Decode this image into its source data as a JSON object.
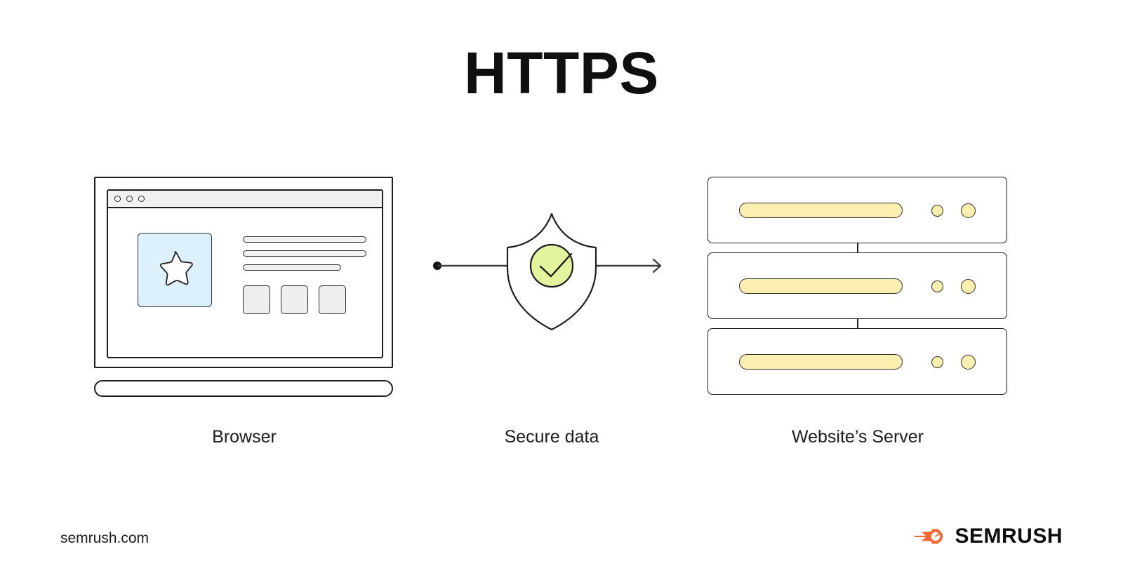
{
  "page": {
    "title": "HTTPS",
    "background_color": "#ffffff",
    "text_color": "#171717"
  },
  "diagram": {
    "type": "flow",
    "nodes": [
      {
        "id": "browser",
        "caption": "Browser",
        "icon": "laptop-browser-window",
        "accent_color": "#ddf1fc"
      },
      {
        "id": "secure-data",
        "caption": "Secure data",
        "icon": "shield-with-check",
        "accent_color": "#e3f49f"
      },
      {
        "id": "website-server",
        "caption": "Website’s Server",
        "icon": "server-rack",
        "accent_color": "#faeeb0"
      }
    ],
    "connector": {
      "name": "arrow-browser-to-server",
      "start_marker": "dot",
      "end_marker": "arrowhead",
      "direction": "left-to-right",
      "stroke_color": "#3a3a3a"
    }
  },
  "browser_mock": {
    "window_controls": [
      "dot",
      "dot",
      "dot"
    ],
    "hero": {
      "shape": "star",
      "panel_color": "#ddf1fc"
    },
    "text_lines": 3,
    "cards": 3
  },
  "server_mock": {
    "units": 3,
    "bar_color": "#faeeb0",
    "leds_per_unit": 2
  },
  "footer": {
    "url": "semrush.com",
    "brand_name": "SEMRUSH",
    "brand_color": "#ff642d"
  }
}
